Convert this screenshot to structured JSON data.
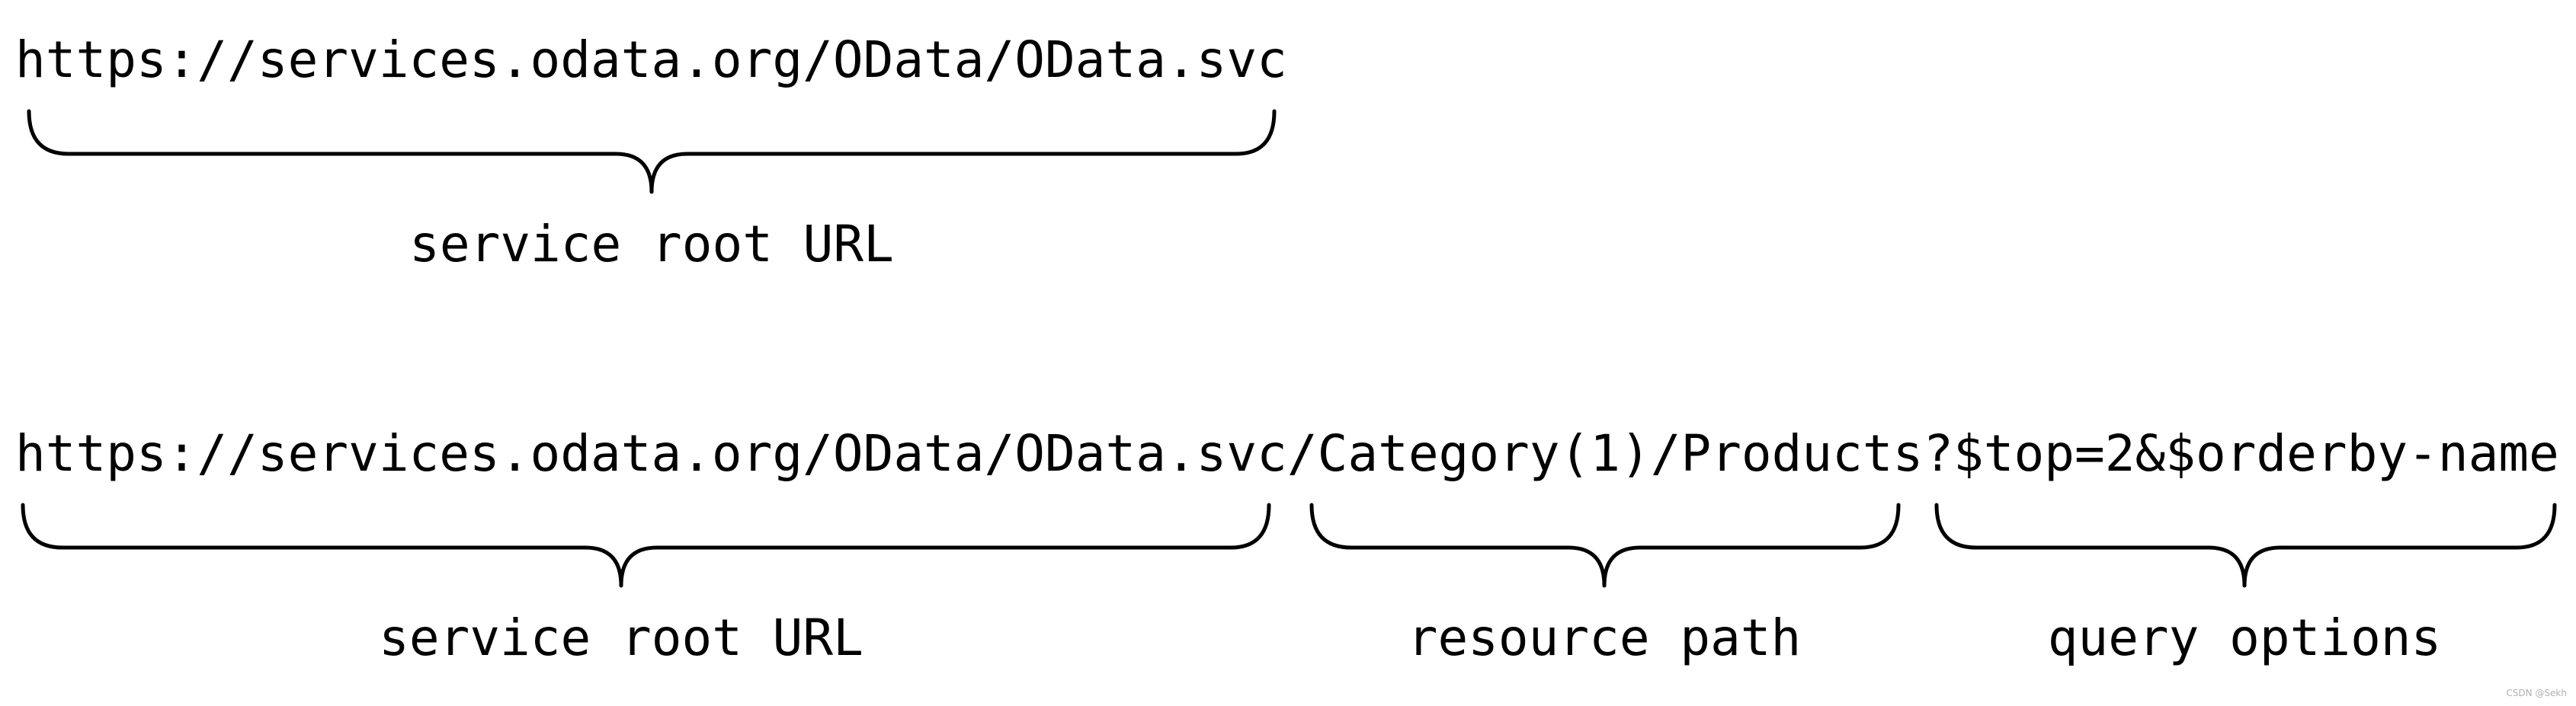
{
  "example_1": {
    "url": "https://services.odata.org/OData/OData.svc",
    "labels": {
      "service_root": "service root URL"
    }
  },
  "example_2": {
    "url": "https://services.odata.org/OData/OData.svc/Category(1)/Products?$top=2&$orderby-name",
    "labels": {
      "service_root": "service root URL",
      "resource_path": "resource path",
      "query_options": "query options"
    }
  },
  "watermark": "CSDN @Sekh"
}
